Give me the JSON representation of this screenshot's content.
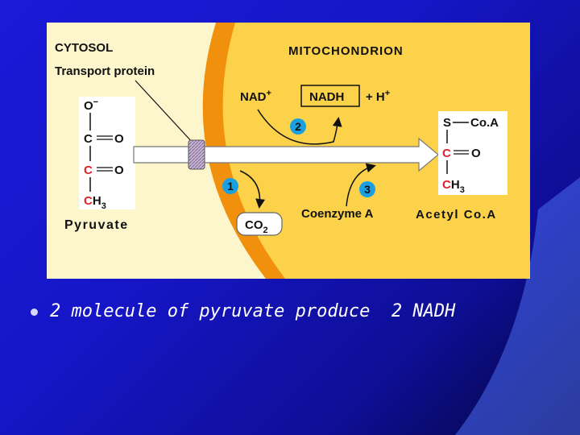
{
  "diagram": {
    "cytosol_label": "CYTOSOL",
    "transport_protein_label": "Transport protein",
    "mitochondrion_label": "MITOCHONDRION",
    "nad_plus": "NAD",
    "nad_plus_sup": "+",
    "nadh": "NADH",
    "h_plus": "+ H",
    "h_plus_sup": "+",
    "step_1": "1",
    "step_2": "2",
    "step_3": "3",
    "co2_main": "CO",
    "co2_sub": "2",
    "coenzyme_a": "Coenzyme A",
    "pyruvate": {
      "atom_o_minus": "O",
      "atom_o_minus_sup": "−",
      "atom_c1": "C",
      "atom_o1": "O",
      "atom_c2": "C",
      "atom_o2": "O",
      "atom_ch3_c": "C",
      "atom_ch3_h": "H",
      "atom_ch3_sub": "3",
      "name": "Pyruvate"
    },
    "acetyl_coa": {
      "atom_s": "S",
      "atom_coa": "Co.A",
      "atom_c": "C",
      "atom_o": "O",
      "atom_ch3_c": "C",
      "atom_ch3_h": "H",
      "atom_ch3_sub": "3",
      "name": "Acetyl Co.A"
    },
    "colors": {
      "background": "#fdf6cc",
      "membrane": "#f0900c",
      "mitochondrion": "#fbd24a",
      "step_circle": "#1aa0e0",
      "red_atom": "#e0202a"
    }
  },
  "caption": "2 molecule of pyruvate produce  2 NADH"
}
